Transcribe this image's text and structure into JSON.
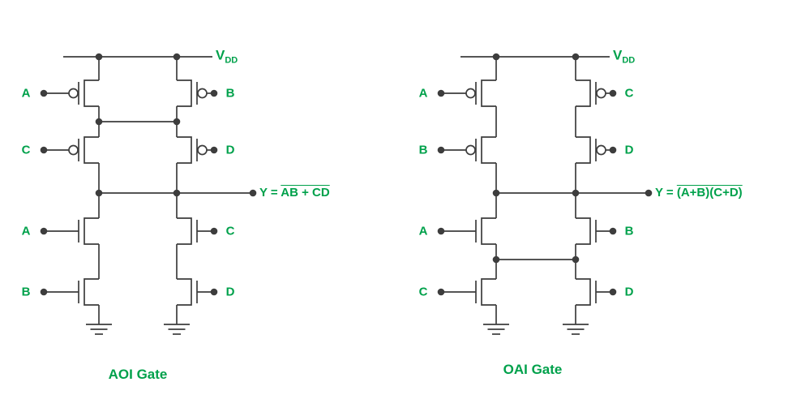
{
  "colors": {
    "accent": "#00A14B",
    "wire": "#3d3d3d"
  },
  "left_circuit": {
    "title": "AOI Gate",
    "power_label": "V",
    "power_label_sub": "DD",
    "output_prefix": "Y = ",
    "output_expression": "AB + CD",
    "pmos_top_left": "A",
    "pmos_top_right": "B",
    "pmos_bottom_left": "C",
    "pmos_bottom_right": "D",
    "nmos_top_left": "A",
    "nmos_top_right": "C",
    "nmos_bottom_left": "B",
    "nmos_bottom_right": "D"
  },
  "right_circuit": {
    "title": "OAI Gate",
    "power_label": "V",
    "power_label_sub": "DD",
    "output_prefix": "Y = ",
    "output_expression": "(A+B)(C+D)",
    "pmos_top_left": "A",
    "pmos_top_right": "C",
    "pmos_bottom_left": "B",
    "pmos_bottom_right": "D",
    "nmos_top_left": "A",
    "nmos_top_right": "B",
    "nmos_bottom_left": "C",
    "nmos_bottom_right": "D"
  }
}
